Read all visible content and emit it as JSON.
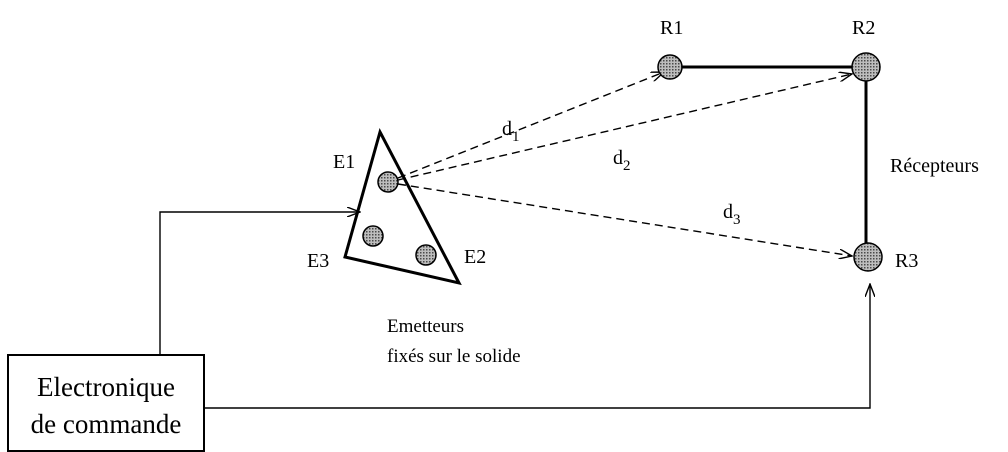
{
  "control_box": {
    "line1": "Electronique",
    "line2": "de commande"
  },
  "emitters": {
    "caption_line1": "Emetteurs",
    "caption_line2": "fixés sur le solide",
    "labels": {
      "e1": "E1",
      "e2": "E2",
      "e3": "E3"
    }
  },
  "receivers": {
    "caption": "Récepteurs",
    "labels": {
      "r1": "R1",
      "r2": "R2",
      "r3": "R3"
    }
  },
  "distances": {
    "d1": {
      "base": "d",
      "sub": "1"
    },
    "d2": {
      "base": "d",
      "sub": "2"
    },
    "d3": {
      "base": "d",
      "sub": "3"
    }
  },
  "colors": {
    "stroke": "#000000",
    "dot_fill": "#9a9a9a"
  }
}
